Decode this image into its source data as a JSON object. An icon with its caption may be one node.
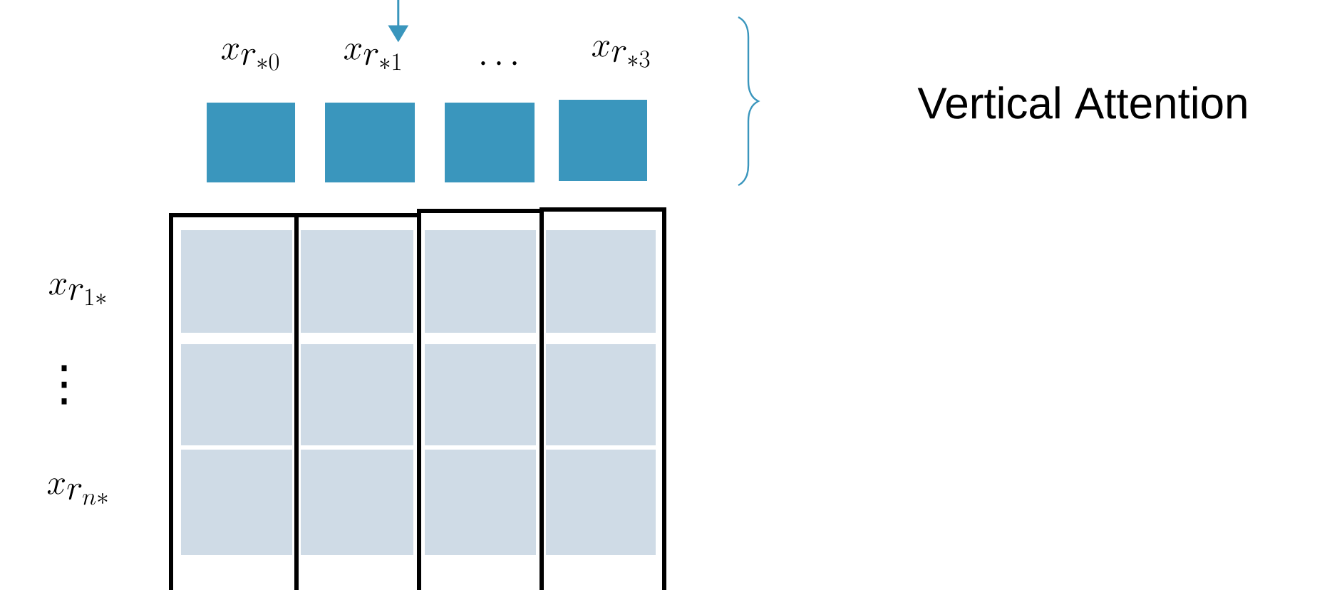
{
  "diagram": {
    "nodes": [
      {
        "text": [
          "x_{r_{*0}}"
        ]
      },
      {
        "text": [
          "x_{r_{*1}}"
        ]
      },
      {
        "text": [
          "\\cdots"
        ]
      },
      {
        "text": [
          "x_{r_{*3}}"
        ]
      },
      {
        "text": [],
        "shape": "box"
      },
      {
        "text": [],
        "shape": "box"
      },
      {
        "text": [],
        "shape": "box"
      },
      {
        "text": [],
        "shape": "box"
      },
      {
        "text": [],
        "shape": "box"
      },
      {
        "text": [],
        "shape": "box"
      },
      {
        "text": [],
        "shape": "box"
      },
      {
        "text": [],
        "shape": "box"
      },
      {
        "text": [],
        "shape": "box",
        "in": 8
      },
      {
        "text": [],
        "shape": "box",
        "in": 9
      },
      {
        "text": [],
        "shape": "box",
        "in": 10
      },
      {
        "text": [],
        "shape": "box",
        "in": 11
      },
      {
        "text": [],
        "shape": "box",
        "in": 8
      },
      {
        "text": [],
        "shape": "box",
        "in": 9
      },
      {
        "text": [],
        "shape": "box",
        "in": 10
      },
      {
        "text": [],
        "shape": "box",
        "in": 11
      },
      {
        "text": [],
        "shape": "box",
        "in": 8
      },
      {
        "text": [],
        "shape": "box",
        "in": 9
      },
      {
        "text": [],
        "shape": "box",
        "in": 10
      },
      {
        "text": [],
        "shape": "box",
        "in": 11
      }
    ],
    "edges": [
      {
        "from": null,
        "to": 1,
        "arrow": "to",
        "color": "#3a96bd"
      }
    ],
    "labels": [
      "Vertical Attention",
      "x_{r_{1*}}",
      "⋮",
      "x_{r_{n*}}"
    ]
  }
}
